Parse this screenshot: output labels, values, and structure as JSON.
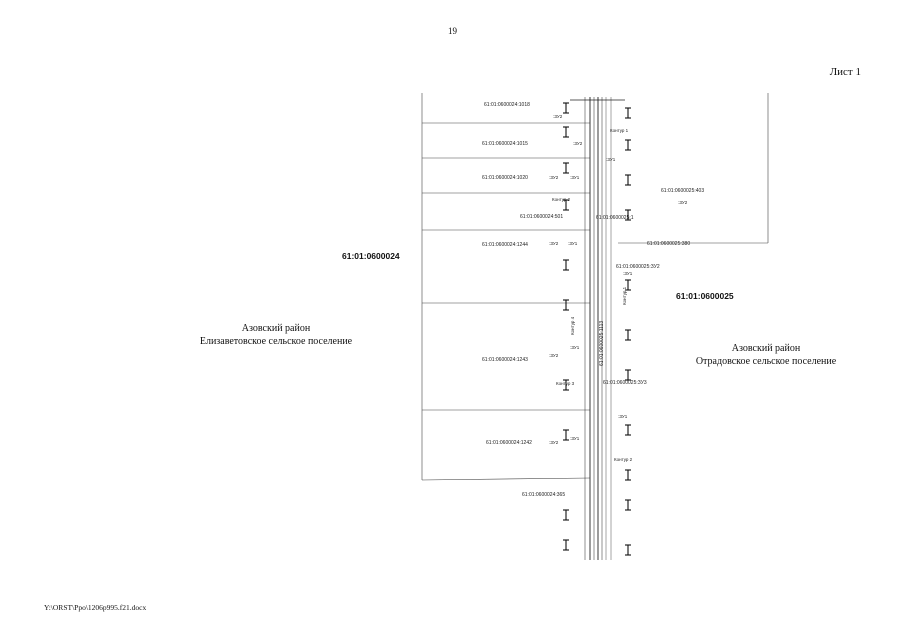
{
  "header": {
    "page_number": "19",
    "sheet": "Лист 1"
  },
  "footer": {
    "file_path": "Y:\\ORST\\Ppo\\1206p995.f21.docx"
  },
  "quarters": {
    "left": "61:01:0600024",
    "right": "61:01:0600025"
  },
  "districts": {
    "left": {
      "line1": "Азовский район",
      "line2": "Елизаветовское сельское поселение"
    },
    "right": {
      "line1": "Азовский район",
      "line2": "Отрадовское сельское поселение"
    }
  },
  "parcels": {
    "p1018": "61:01:0600024:1018",
    "p1015": "61:01:0600024:1015",
    "p1020": "61:01:0600024:1020",
    "p1244": "61:01:0600024:1244",
    "p1243": "61:01:0600024:1243",
    "p1242": "61:01:0600024:1242",
    "p_low": "61:01:0600024:365",
    "p_mid": "61:01:0600024:501",
    "r_top": "61:01:0600025:403",
    "r_1": "61:01:0600025:1",
    "r_2": "61:01:0600025:380",
    "r_3": "61:01:0600025:ЗУ2",
    "r_4": "61:01:0600025:ЗУ3",
    "road": "61:01:0600025:1113"
  },
  "zu": {
    "zu1": ":ЗУ1",
    "zu2": ":ЗУ2",
    "zu3": ":ЗУ3"
  },
  "contours": {
    "k1": "Контур 1",
    "k2": "Контур 2",
    "k3": "Контур 3",
    "k4": "Контур 4"
  }
}
